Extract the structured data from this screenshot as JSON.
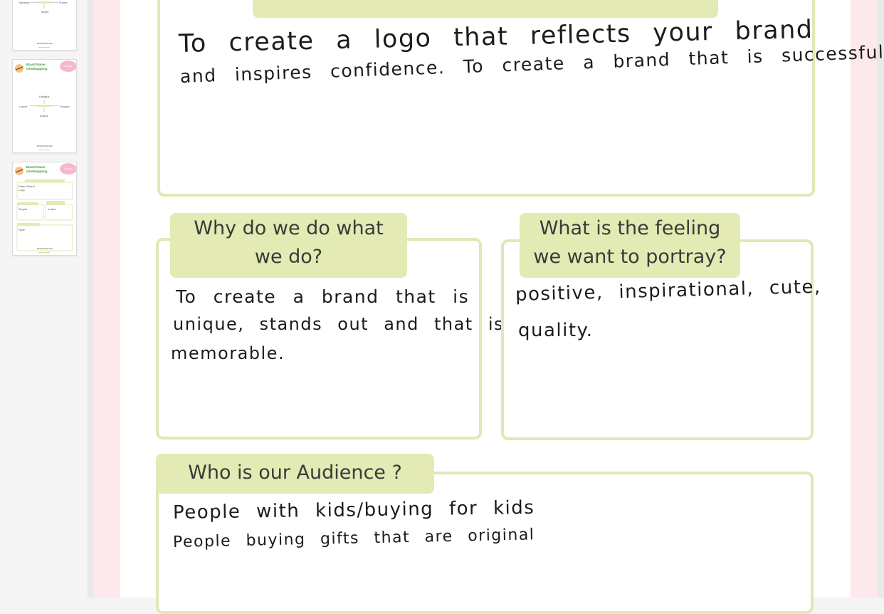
{
  "thumbnails": [
    {
      "items": [
        "Gaming",
        "Future",
        "Target"
      ],
      "footer": "BRAND MIND MAP"
    },
    {
      "brand": "Brand Name",
      "subtitle": "mindmapping",
      "tag": "Kudos",
      "items": [
        "Designs",
        "Lorem",
        "Kudos",
        "Feature"
      ],
      "footer": "BRAND MIND MAP"
    },
    {
      "brand": "Brand Name",
      "subtitle": "mindmapping",
      "tag": "Kudos",
      "items": [
        "Dates",
        "Brand",
        "Logo",
        "Simple",
        "Style",
        "Kudos"
      ],
      "footer": "BRAND MIND MAP"
    }
  ],
  "sections": {
    "mission": {
      "answer_line1": "To create a logo that reflects your brand",
      "answer_line2": "and inspires confidence. To create a brand that is successful"
    },
    "why": {
      "label_line1": "Why do we do what",
      "label_line2": "we do?",
      "answer_line1": "To create a brand that is",
      "answer_line2": "unique, stands out and that is",
      "answer_line3": "memorable."
    },
    "feeling": {
      "label_line1": "What is the feeling",
      "label_line2": "we want to portray?",
      "answer_line1": "positive, inspirational, cute,",
      "answer_line2": "quality."
    },
    "audience": {
      "label": "Who is our Audience ?",
      "answer_line1": "People with kids/buying for kids",
      "answer_line2": "People buying gifts that are original"
    }
  },
  "colors": {
    "label_bg": "#e3eab3",
    "box_border": "#e1e8b6",
    "page_bg": "#fde8ec",
    "thumb_brand": "#3f9a2e",
    "thumb_pink": "#f7b9c9"
  }
}
